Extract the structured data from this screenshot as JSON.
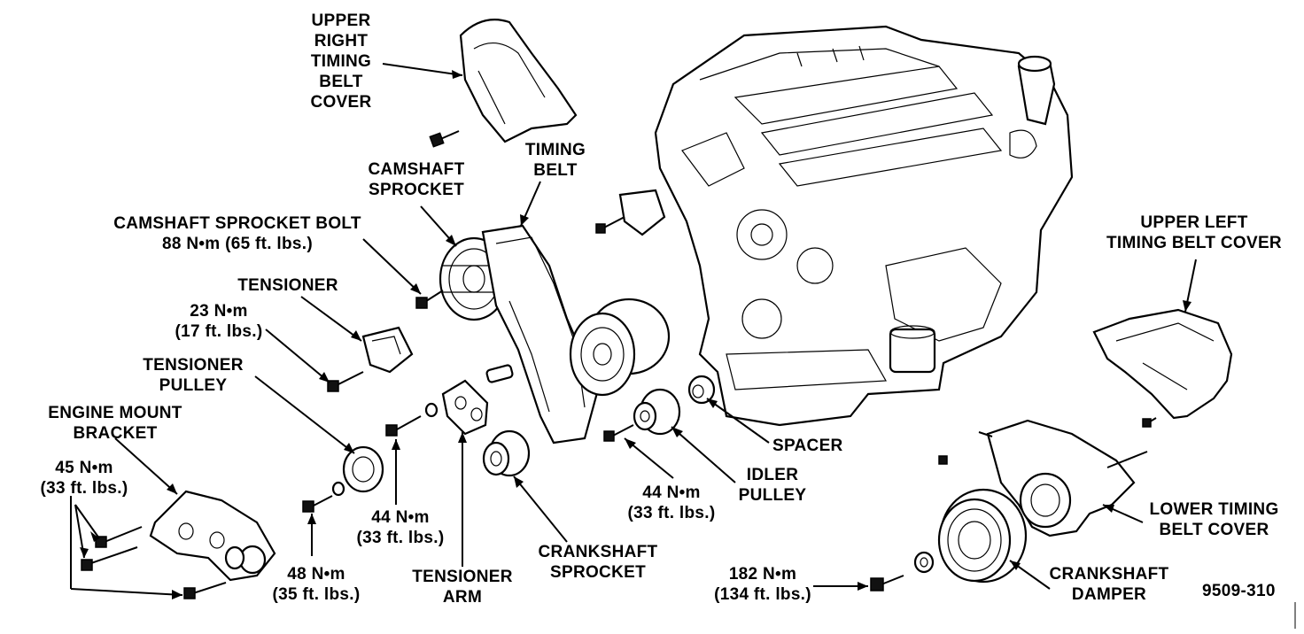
{
  "labels": {
    "upper_right_cover": "UPPER\nRIGHT\nTIMING\nBELT\nCOVER",
    "timing_belt": "TIMING\nBELT",
    "camshaft_sprocket": "CAMSHAFT\nSPROCKET",
    "camshaft_sprocket_bolt": "CAMSHAFT SPROCKET BOLT\n88 N•m (65 ft. lbs.)",
    "tensioner": "TENSIONER",
    "tensioner_torque": "23 N•m\n(17 ft. lbs.)",
    "tensioner_pulley": "TENSIONER\nPULLEY",
    "engine_mount_bracket": "ENGINE MOUNT\nBRACKET",
    "mount_torque": "45 N•m\n(33 ft. lbs.)",
    "torque_48": "48 N•m\n(35 ft. lbs.)",
    "torque_44_pulley": "44 N•m\n(33 ft. lbs.)",
    "tensioner_arm": "TENSIONER\nARM",
    "crankshaft_sprocket": "CRANKSHAFT\nSPROCKET",
    "torque_44_idler": "44 N•m\n(33 ft. lbs.)",
    "idler_pulley": "IDLER\nPULLEY",
    "spacer": "SPACER",
    "upper_left_cover": "UPPER LEFT\nTIMING BELT COVER",
    "lower_cover": "LOWER TIMING\nBELT COVER",
    "crank_torque": "182 N•m\n(134 ft. lbs.)",
    "crankshaft_damper": "CRANKSHAFT\nDAMPER",
    "figure_number": "9509-310"
  }
}
